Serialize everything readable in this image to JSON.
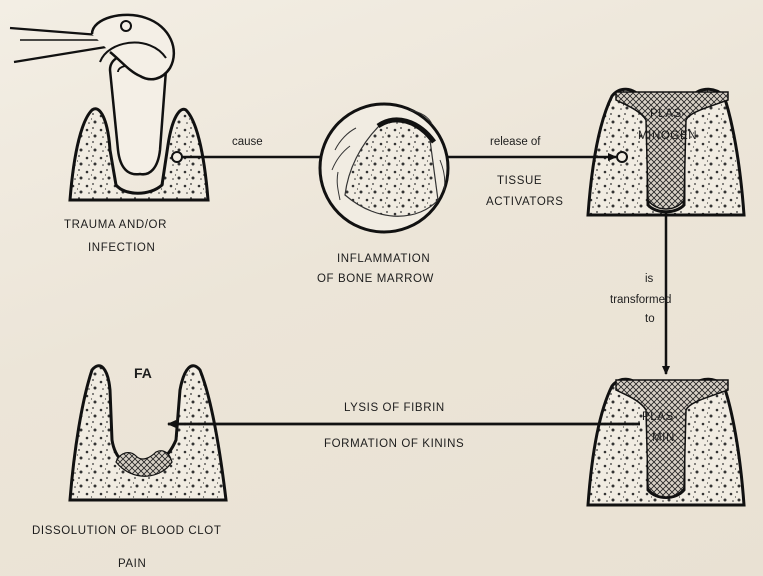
{
  "labels": {
    "cause": "cause",
    "release_of": "release of",
    "tissue_activators": [
      "TISSUE",
      "ACTIVATORS"
    ],
    "trauma": [
      "TRAUMA AND/OR",
      "INFECTION"
    ],
    "inflammation": [
      "INFLAMMATION",
      "OF BONE MARROW"
    ],
    "plasminogen": [
      "PLAS-",
      "MINOGEN"
    ],
    "is_transformed_to": [
      "is",
      "transformed",
      "to"
    ],
    "plasmin": [
      "PLAS-",
      "MIN"
    ],
    "fa": "FA",
    "lysis": "LYSIS OF FIBRIN",
    "kinins": "FORMATION OF KININS",
    "dissolution": "DISSOLUTION OF BLOOD CLOT",
    "pain": "PAIN"
  }
}
